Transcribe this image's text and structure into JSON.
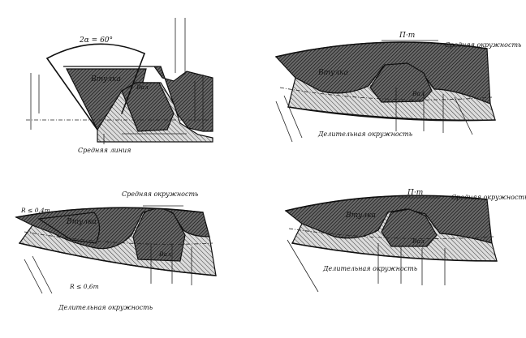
{
  "labels": {
    "mean_line": "Средняя линия",
    "mean_circle": "Средняя окружность",
    "pitch_circle": "Делительная окружность",
    "sleeve": "Втулка",
    "shaft": "Вал",
    "radius_a": "R ≤ 0,4m",
    "radius_b": "R ≤ 0,6m",
    "angle": "2α = 60°",
    "pitch": "Π·m"
  }
}
